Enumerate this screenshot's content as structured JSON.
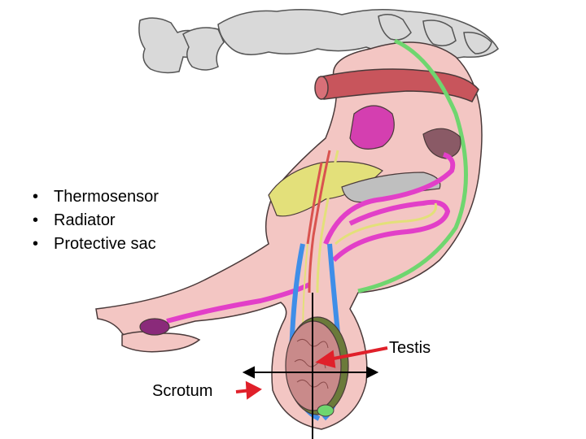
{
  "bullets": [
    {
      "marker": "•",
      "text": "Thermosensor"
    },
    {
      "marker": "•",
      "text": "Radiator"
    },
    {
      "marker": "•",
      "text": "Protective sac"
    }
  ],
  "labels": {
    "testis": "Testis",
    "scrotum": "Scrotum"
  },
  "colors": {
    "skin": "#f3c6c3",
    "outline": "#4a3a3a",
    "bone": "#d9d9d9",
    "artery": "#d9534f",
    "vas": "#e23fc8",
    "gland": "#e3e07a",
    "nerve": "#6fd66f",
    "vein": "#3f8ee8",
    "testis": "#c98a8a",
    "arrow": "#e0202a"
  }
}
